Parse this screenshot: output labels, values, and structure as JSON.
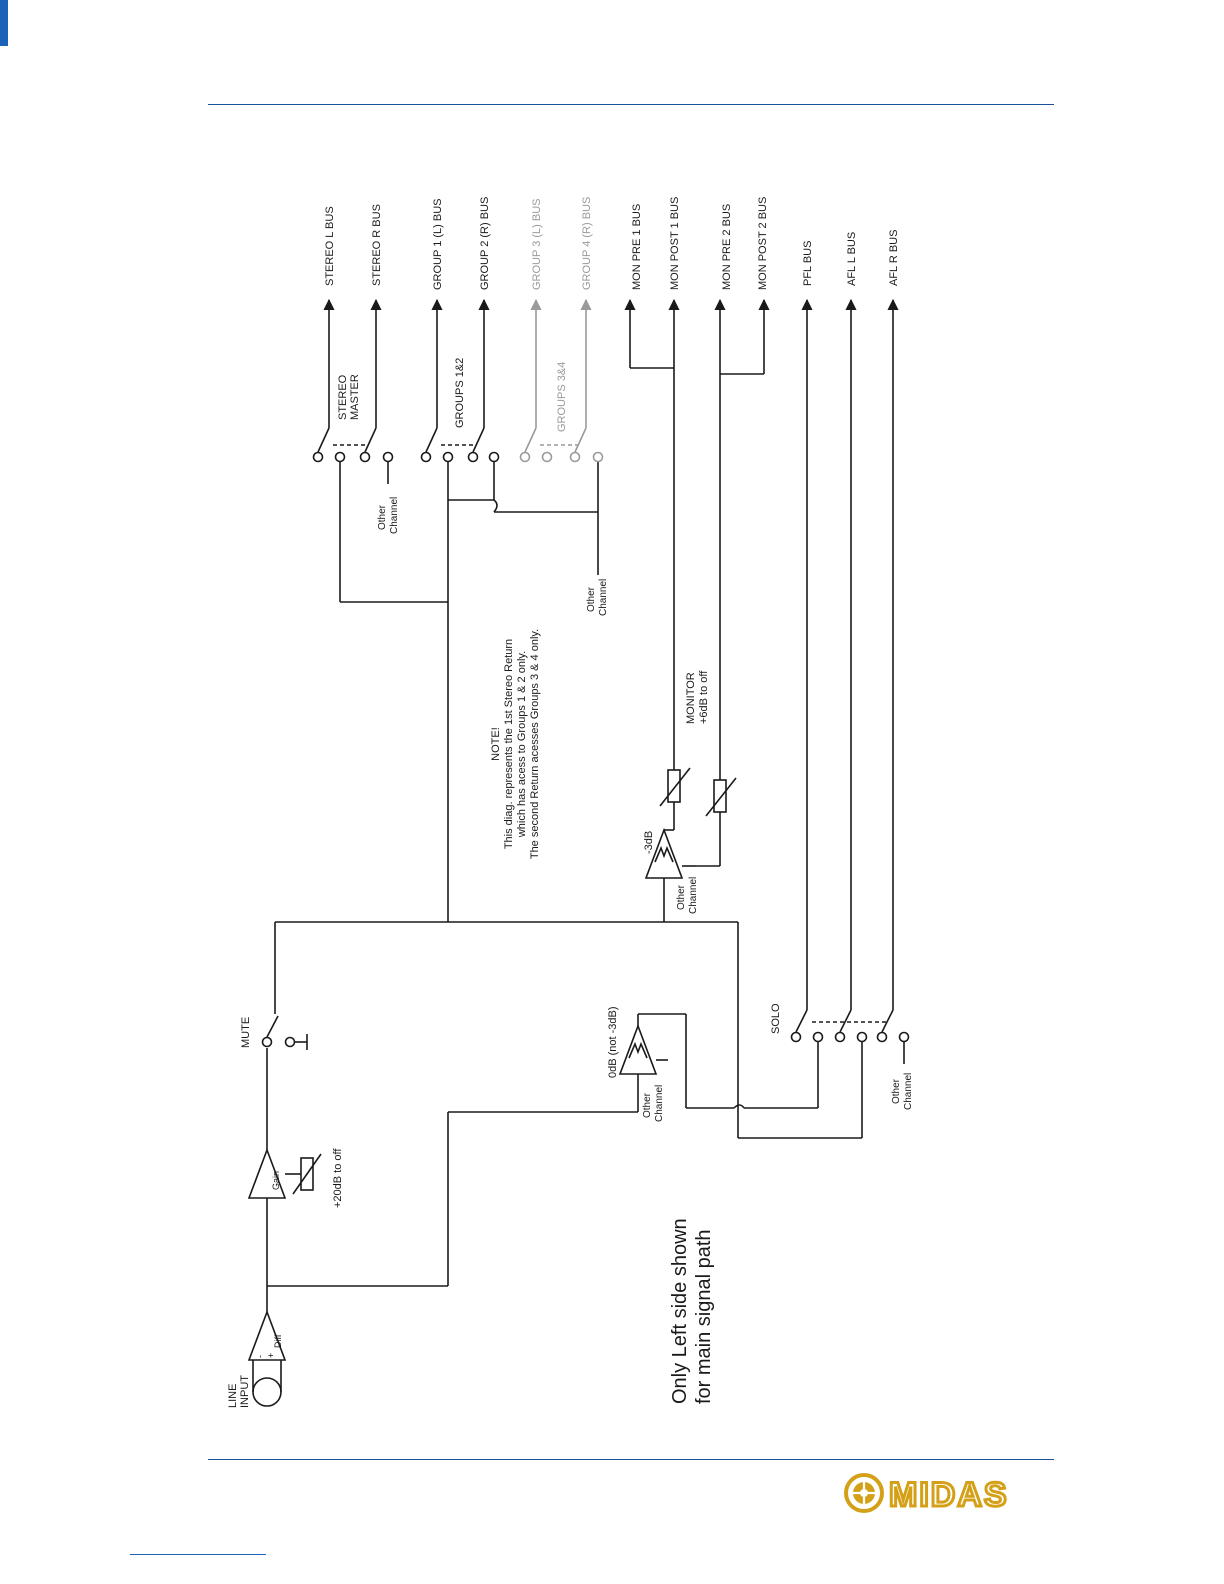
{
  "colors": {
    "ink": "#1a1a1a",
    "gray": "#9a9a9a",
    "rule": "#1a4f9c",
    "logo": "#d4a017"
  },
  "diagram": {
    "input_label_1": "LINE",
    "input_label_2": "INPUT",
    "diff_label": "Diff",
    "diff_plus": "+",
    "diff_minus": "-",
    "gain_label": "Gain",
    "gain_range": "+20dB to off",
    "mute_label": "MUTE",
    "note_heading": "NOTE!",
    "note_line1": "This diag. represents the 1st Stereo Return",
    "note_line2": "which has acess to Groups 1 & 2 only.",
    "note_line3": "The second Return acesses Groups 3 & 4 only.",
    "stereo_master_1": "STEREO",
    "stereo_master_2": "MASTER",
    "groups12": "GROUPS 1&2",
    "groups34": "GROUPS 3&4",
    "other": "Other",
    "channel": "Channel",
    "monitor_1": "MONITOR",
    "monitor_2": "+6dB to off",
    "mon_amp": "-3dB",
    "solo_amp": "0dB (not -3dB)",
    "solo_label": "SOLO",
    "footnote_1": "Only Left side shown",
    "footnote_2": "for main signal path",
    "buses": {
      "stereo_l": "STEREO L BUS",
      "stereo_r": "STEREO R BUS",
      "group1": "GROUP 1 (L) BUS",
      "group2": "GROUP 2 (R) BUS",
      "group3": "GROUP 3 (L) BUS",
      "group4": "GROUP 4 (R) BUS",
      "mon_pre1": "MON PRE 1 BUS",
      "mon_post1": "MON POST 1 BUS",
      "mon_pre2": "MON PRE 2 BUS",
      "mon_post2": "MON POST 2 BUS",
      "pfl": "PFL BUS",
      "afl_l": "AFL L BUS",
      "afl_r": "AFL R BUS"
    }
  },
  "logo_text": "MIDAS"
}
